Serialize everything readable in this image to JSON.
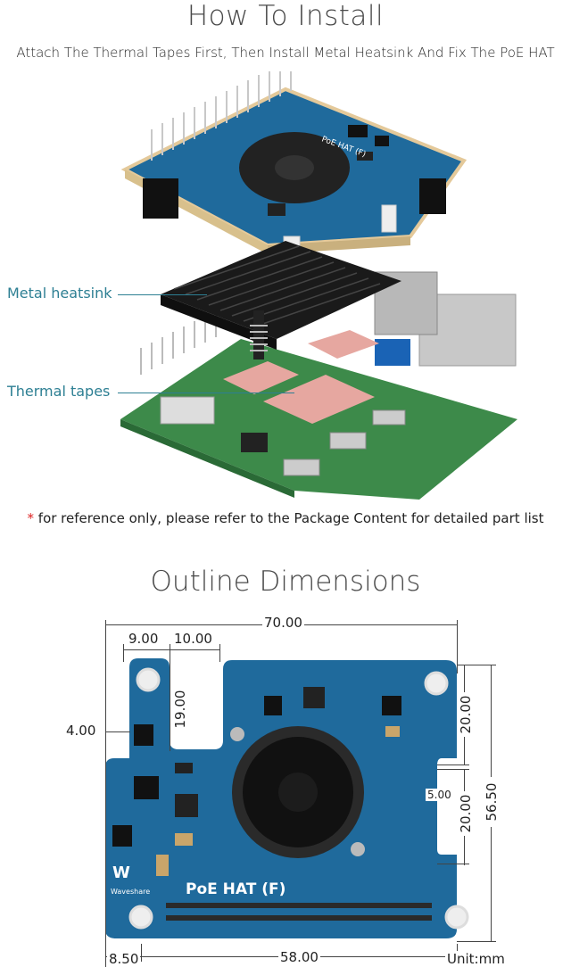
{
  "install": {
    "title": "How To Install",
    "subtitle": "Attach The Thermal Tapes First, Then Install Metal Heatsink And Fix The PoE HAT",
    "labels": {
      "metal_heatsink": "Metal heatsink",
      "thermal_tapes": "Thermal tapes"
    },
    "board_text": "PoE HAT (F)",
    "note_star": "*",
    "note": " for reference only, please refer to the Package Content for detailed part list"
  },
  "outline": {
    "title": "Outline Dimensions",
    "board_name": "PoE HAT (F)",
    "brand": "Waveshare",
    "dimensions": {
      "total_width": "70.00",
      "left_a": "9.00",
      "left_b": "10.00",
      "left_offset": "4.00",
      "notch_height": "19.00",
      "right_top": "20.00",
      "right_gap": "5.00",
      "right_bottom": "20.00",
      "total_height": "56.50",
      "bottom_left": "8.50",
      "bottom_span": "58.00",
      "unit": "Unit:mm"
    }
  },
  "colors": {
    "pcb_blue": "#1f6a9c",
    "pcb_green": "#3d8a4a",
    "label_teal": "#2d7f93",
    "thermal_pink": "#e6a7a0",
    "heatsink": "#1a1a1a"
  }
}
